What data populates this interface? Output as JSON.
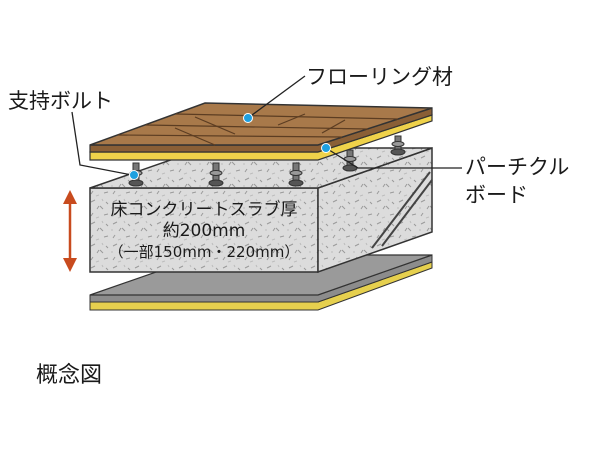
{
  "labels": {
    "flooring": "フローリング材",
    "bolt": "支持ボルト",
    "particle_line1": "パーチクル",
    "particle_line2": "ボード",
    "slab_line1": "床コンクリートスラブ厚",
    "slab_line2": "約200mm",
    "slab_line3": "（一部150mm・220mm）",
    "caption": "概念図"
  },
  "colors": {
    "wood": "#a8794a",
    "board": "#efd24a",
    "concrete": "#dcdcdc",
    "arrow": "#c84b1e",
    "marker": "#1ea0e0",
    "ceiling": "#8c8c8c"
  }
}
